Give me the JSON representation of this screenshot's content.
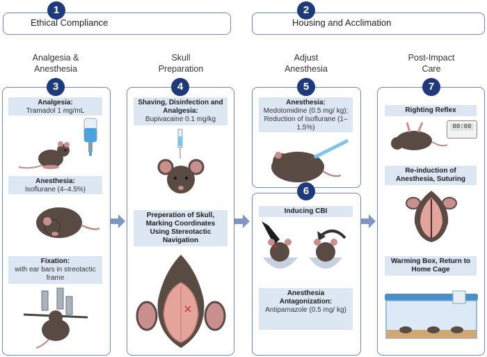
{
  "steps": {
    "s1": {
      "num": "1",
      "label": "Ethical Compliance"
    },
    "s2": {
      "num": "2",
      "label": "Housing and Acclimation"
    },
    "s3": {
      "num": "3",
      "heading_line1": "Analgesia &",
      "heading_line2": "Anesthesia"
    },
    "s4": {
      "num": "4",
      "heading_line1": "Skull",
      "heading_line2": "Preparation"
    },
    "s5": {
      "num": "5",
      "heading_line1": "Adjust",
      "heading_line2": "Anesthesia"
    },
    "s6": {
      "num": "6"
    },
    "s7": {
      "num": "7",
      "heading_line1": "Post-Impact",
      "heading_line2": "Care"
    }
  },
  "col3": {
    "analgesia_title": "Analgesia:",
    "analgesia_text": "Tramadol 1 mg/mL",
    "anesthesia_title": "Anesthesia:",
    "anesthesia_text": "Isoflurane (4–4.5%)",
    "fixation_title": "Fixation:",
    "fixation_text": "with ear bars in streotactic frame"
  },
  "col4": {
    "shaving_title": "Shaving, Disinfection and Analgesia:",
    "shaving_text": "Bupivacaine 0.1 mg/kg",
    "prep_title": "Preperation of Skull, Marking Coordinates Using Stereotactic Navigation"
  },
  "col5": {
    "anesthesia_title": "Anesthesia:",
    "anesthesia_text": "Medotomidine (0.5 mg/ kg); Reduction of Isoflurane (1–1.5%)",
    "inducing_title": "Inducing CBI",
    "antag_title": "Anesthesia Antagonization:",
    "antag_text": "Antipamazole (0.5 mg/ kg)"
  },
  "col7": {
    "righting_title": "Righting Reflex",
    "timer_text": "00:00",
    "reinduction_title": "Re-induction of Anesthesia, Suturing",
    "warming_title": "Warming Box, Return to Home Cage"
  },
  "colors": {
    "accent": "#1f3a7a",
    "border": "#6f86b3",
    "label_bg": "#dde6f3",
    "arrow": "#7f95c2",
    "mouse": "#5a4a44"
  }
}
